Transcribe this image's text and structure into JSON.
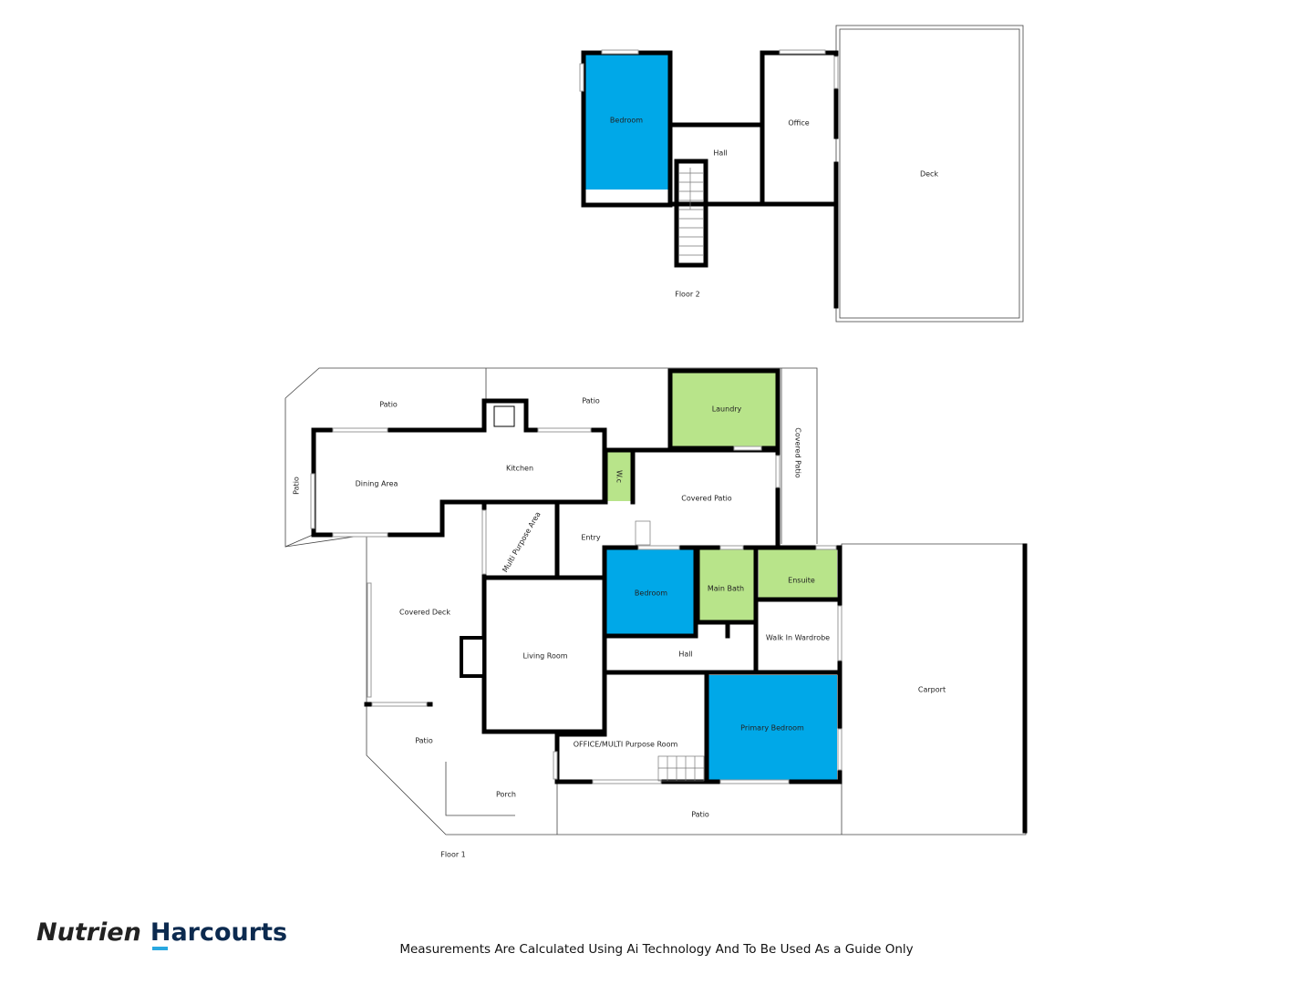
{
  "floor2": {
    "title": "Floor 2",
    "rooms": {
      "bedroom": "Bedroom",
      "hall": "Hall",
      "office": "Office",
      "deck": "Deck"
    }
  },
  "floor1": {
    "title": "Floor 1",
    "rooms": {
      "patio_nw": "Patio",
      "patio_n": "Patio",
      "patio_w": "Patio",
      "laundry": "Laundry",
      "kitchen": "Kitchen",
      "dining": "Dining Area",
      "wc": "W.c",
      "covered_patio": "Covered Patio",
      "covered_patio_side": "Covered Patio",
      "entry": "Entry",
      "multi_purpose": "Multi Purpose Area",
      "covered_deck": "Covered Deck",
      "living": "Living Room",
      "bedroom": "Bedroom",
      "main_bath": "Main Bath",
      "ensuite": "Ensuite",
      "wardrobe": "Walk In Wardrobe",
      "hall": "Hall",
      "primary_bedroom": "Primary Bedroom",
      "office": "OFFICE/MULTI Purpose Room",
      "patio_sw": "Patio",
      "porch": "Porch",
      "patio_s": "Patio",
      "carport": "Carport"
    }
  },
  "colors": {
    "bedroom": "#00a8e8",
    "wet_area": "#b8e48a"
  },
  "footer": {
    "logo_part1": "Nutrien",
    "logo_part2": "Harcourts",
    "disclaimer": "Measurements Are Calculated Using Ai Technology And To Be Used As a Guide Only"
  }
}
